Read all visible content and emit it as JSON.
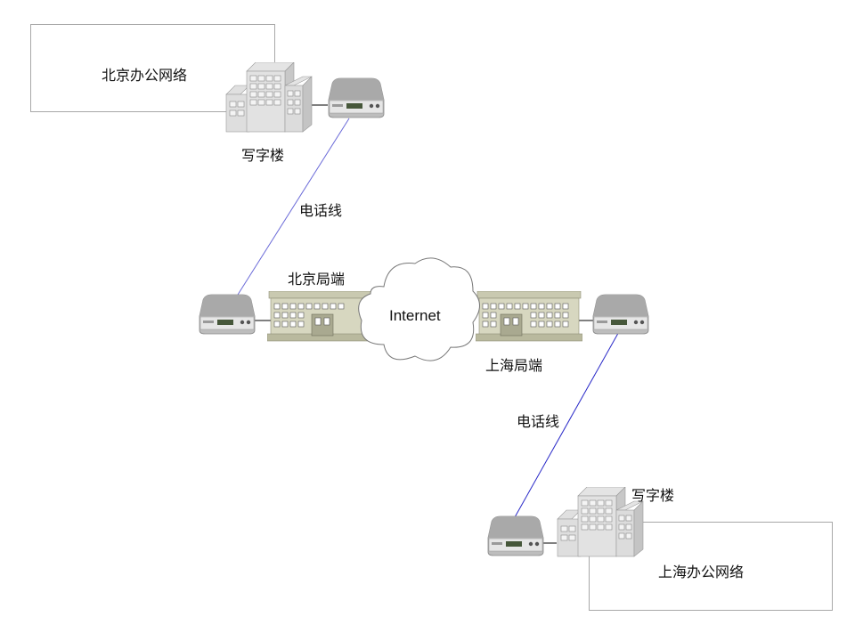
{
  "diagram": {
    "beijing_office_network": {
      "label": "北京办公网络"
    },
    "shanghai_office_network": {
      "label": "上海办公网络"
    },
    "beijing_office_building": {
      "label": "写字楼"
    },
    "shanghai_office_building": {
      "label": "写字楼"
    },
    "beijing_phone_line": {
      "label": "电话线"
    },
    "shanghai_phone_line": {
      "label": "电话线"
    },
    "beijing_central_office": {
      "label": "北京局端"
    },
    "shanghai_central_office": {
      "label": "上海局端"
    },
    "internet_cloud": {
      "label": "Internet"
    },
    "colors": {
      "phone_line": "#3a3ad0",
      "link": "#000000",
      "box_border": "#a8a8a8"
    },
    "icons": {
      "modem": "modem-icon",
      "office_building": "office-building-icon",
      "central_office": "central-office-building-icon",
      "cloud": "cloud-icon"
    }
  }
}
